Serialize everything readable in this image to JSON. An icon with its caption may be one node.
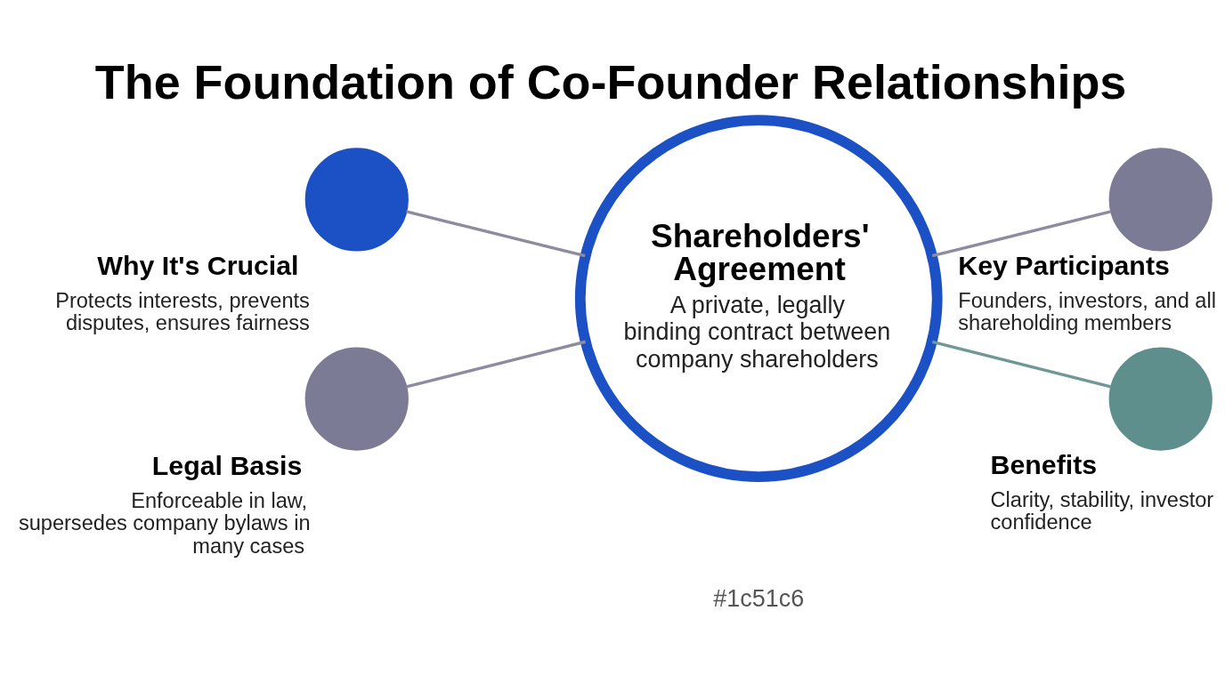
{
  "diagram": {
    "title": "The Foundation of Co-Founder Relationships",
    "nodes": [
      {
        "text": [
          "Why It's Crucial",
          "Protects interests, prevents disputes, ensures fairness"
        ]
      },
      {
        "text": [
          "Key Participants",
          "Founders, investors, and all shareholding members"
        ]
      },
      {
        "text": [
          "Shareholders' Agreement",
          "A private, legally binding contract between company shareholders"
        ]
      },
      {
        "text": [
          "Legal Basis",
          "Enforceable in law, supersedes company bylaws in many cases"
        ]
      },
      {
        "text": [
          "Benefits",
          "Clarity, stability, investor confidence"
        ]
      }
    ],
    "edges": [
      {
        "from": 0,
        "to": 2,
        "arrow": "none"
      },
      {
        "from": 2,
        "to": 1,
        "arrow": "none"
      },
      {
        "from": 3,
        "to": 2,
        "arrow": "none"
      },
      {
        "from": 2,
        "to": 4,
        "arrow": "none",
        "color": "#6e9896"
      }
    ],
    "labels": [
      "#1c51c6"
    ]
  }
}
